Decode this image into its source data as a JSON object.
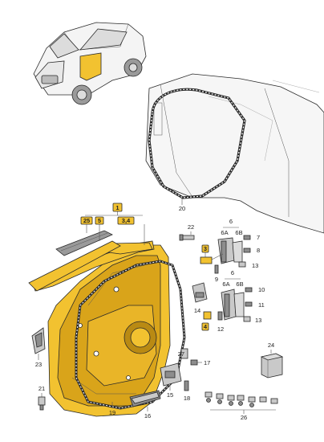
{
  "labels": {
    "p1": "1",
    "p25": "25",
    "p5": "5",
    "p34": "3,4",
    "p22": "22",
    "p6a": "6",
    "p6A_top": "6A",
    "p6B_top": "6B",
    "p7": "7",
    "p3": "3",
    "p8": "8",
    "p13": "13",
    "p9": "9",
    "p6b": "6",
    "p6A_bot": "6A",
    "p6B_bot": "6B",
    "p10": "10",
    "p14": "14",
    "p11": "11",
    "p12": "12",
    "p4": "4",
    "p20": "20",
    "p23": "23",
    "p27": "27",
    "p17": "17",
    "p15": "15",
    "p18": "18",
    "p21": "21",
    "p19": "19",
    "p16": "16",
    "p24": "24",
    "p26": "26"
  },
  "colors": {
    "part_highlight": "#f2c230",
    "callout_box": "#f2c230",
    "line": "#2a2a2a"
  }
}
